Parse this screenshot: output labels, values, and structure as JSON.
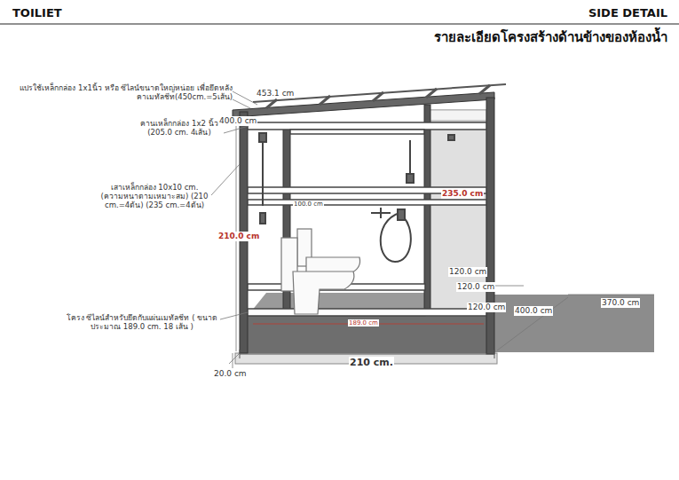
{
  "diagram": {
    "title": "รายละเอียดโครงสร้างด้านข้างของห้องน้ำ",
    "labels": [
      "TOILIET",
      "SIDE DETAIL",
      "แปรใช้เหล็กกล่อง 1x1นิ้ว หรือ ซีไลน์ขนาดใหญ่หน่อย เพื่อยึดหลังคาเมทัลชีท(450cm.=5เส้น)",
      "453.1 cm",
      "400.0 cm",
      "คานเหล็กกล่อง 1x2 นิ้ว (205.0 cm. 4เส้น)",
      "เสาเหล็กกล่อง 10x10 cm. (ความหนาตามเหมาะสม) (210 cm.=4ต้น) (235 cm.=4ต้น)",
      "235.0 cm",
      "210.0 cm",
      "100.0 cm",
      "120.0 cm",
      "120.0 cm",
      "120.0 cm",
      "400.0 cm",
      "370.0 cm",
      "189.0 cm",
      "โครง ซีไลน์สำหรับยึดกับแผ่นเมทัลชีท ( ขนาดประมาณ 189.0 cm. 18 เส้น )",
      "210 cm.",
      "20.0 cm"
    ]
  }
}
